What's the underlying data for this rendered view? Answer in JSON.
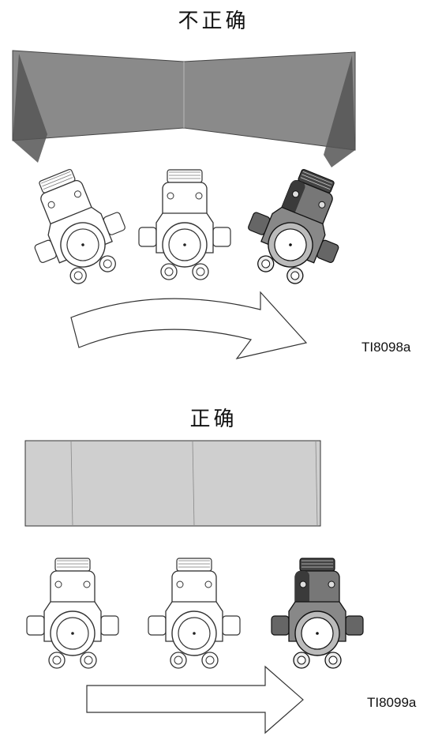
{
  "incorrect": {
    "title": "不正确",
    "figure_id": "TI8098a"
  },
  "correct": {
    "title": "正确",
    "figure_id": "TI8099a"
  },
  "colors": {
    "incorrect_pattern": "#8a8a8a",
    "incorrect_pattern_dark": "#5a5a5a",
    "correct_pattern": "#cfcfcf",
    "outline": "#333333",
    "gun_shade": "#222222"
  },
  "icons": [
    "spray-gun-icon",
    "direction-arrow-icon"
  ]
}
